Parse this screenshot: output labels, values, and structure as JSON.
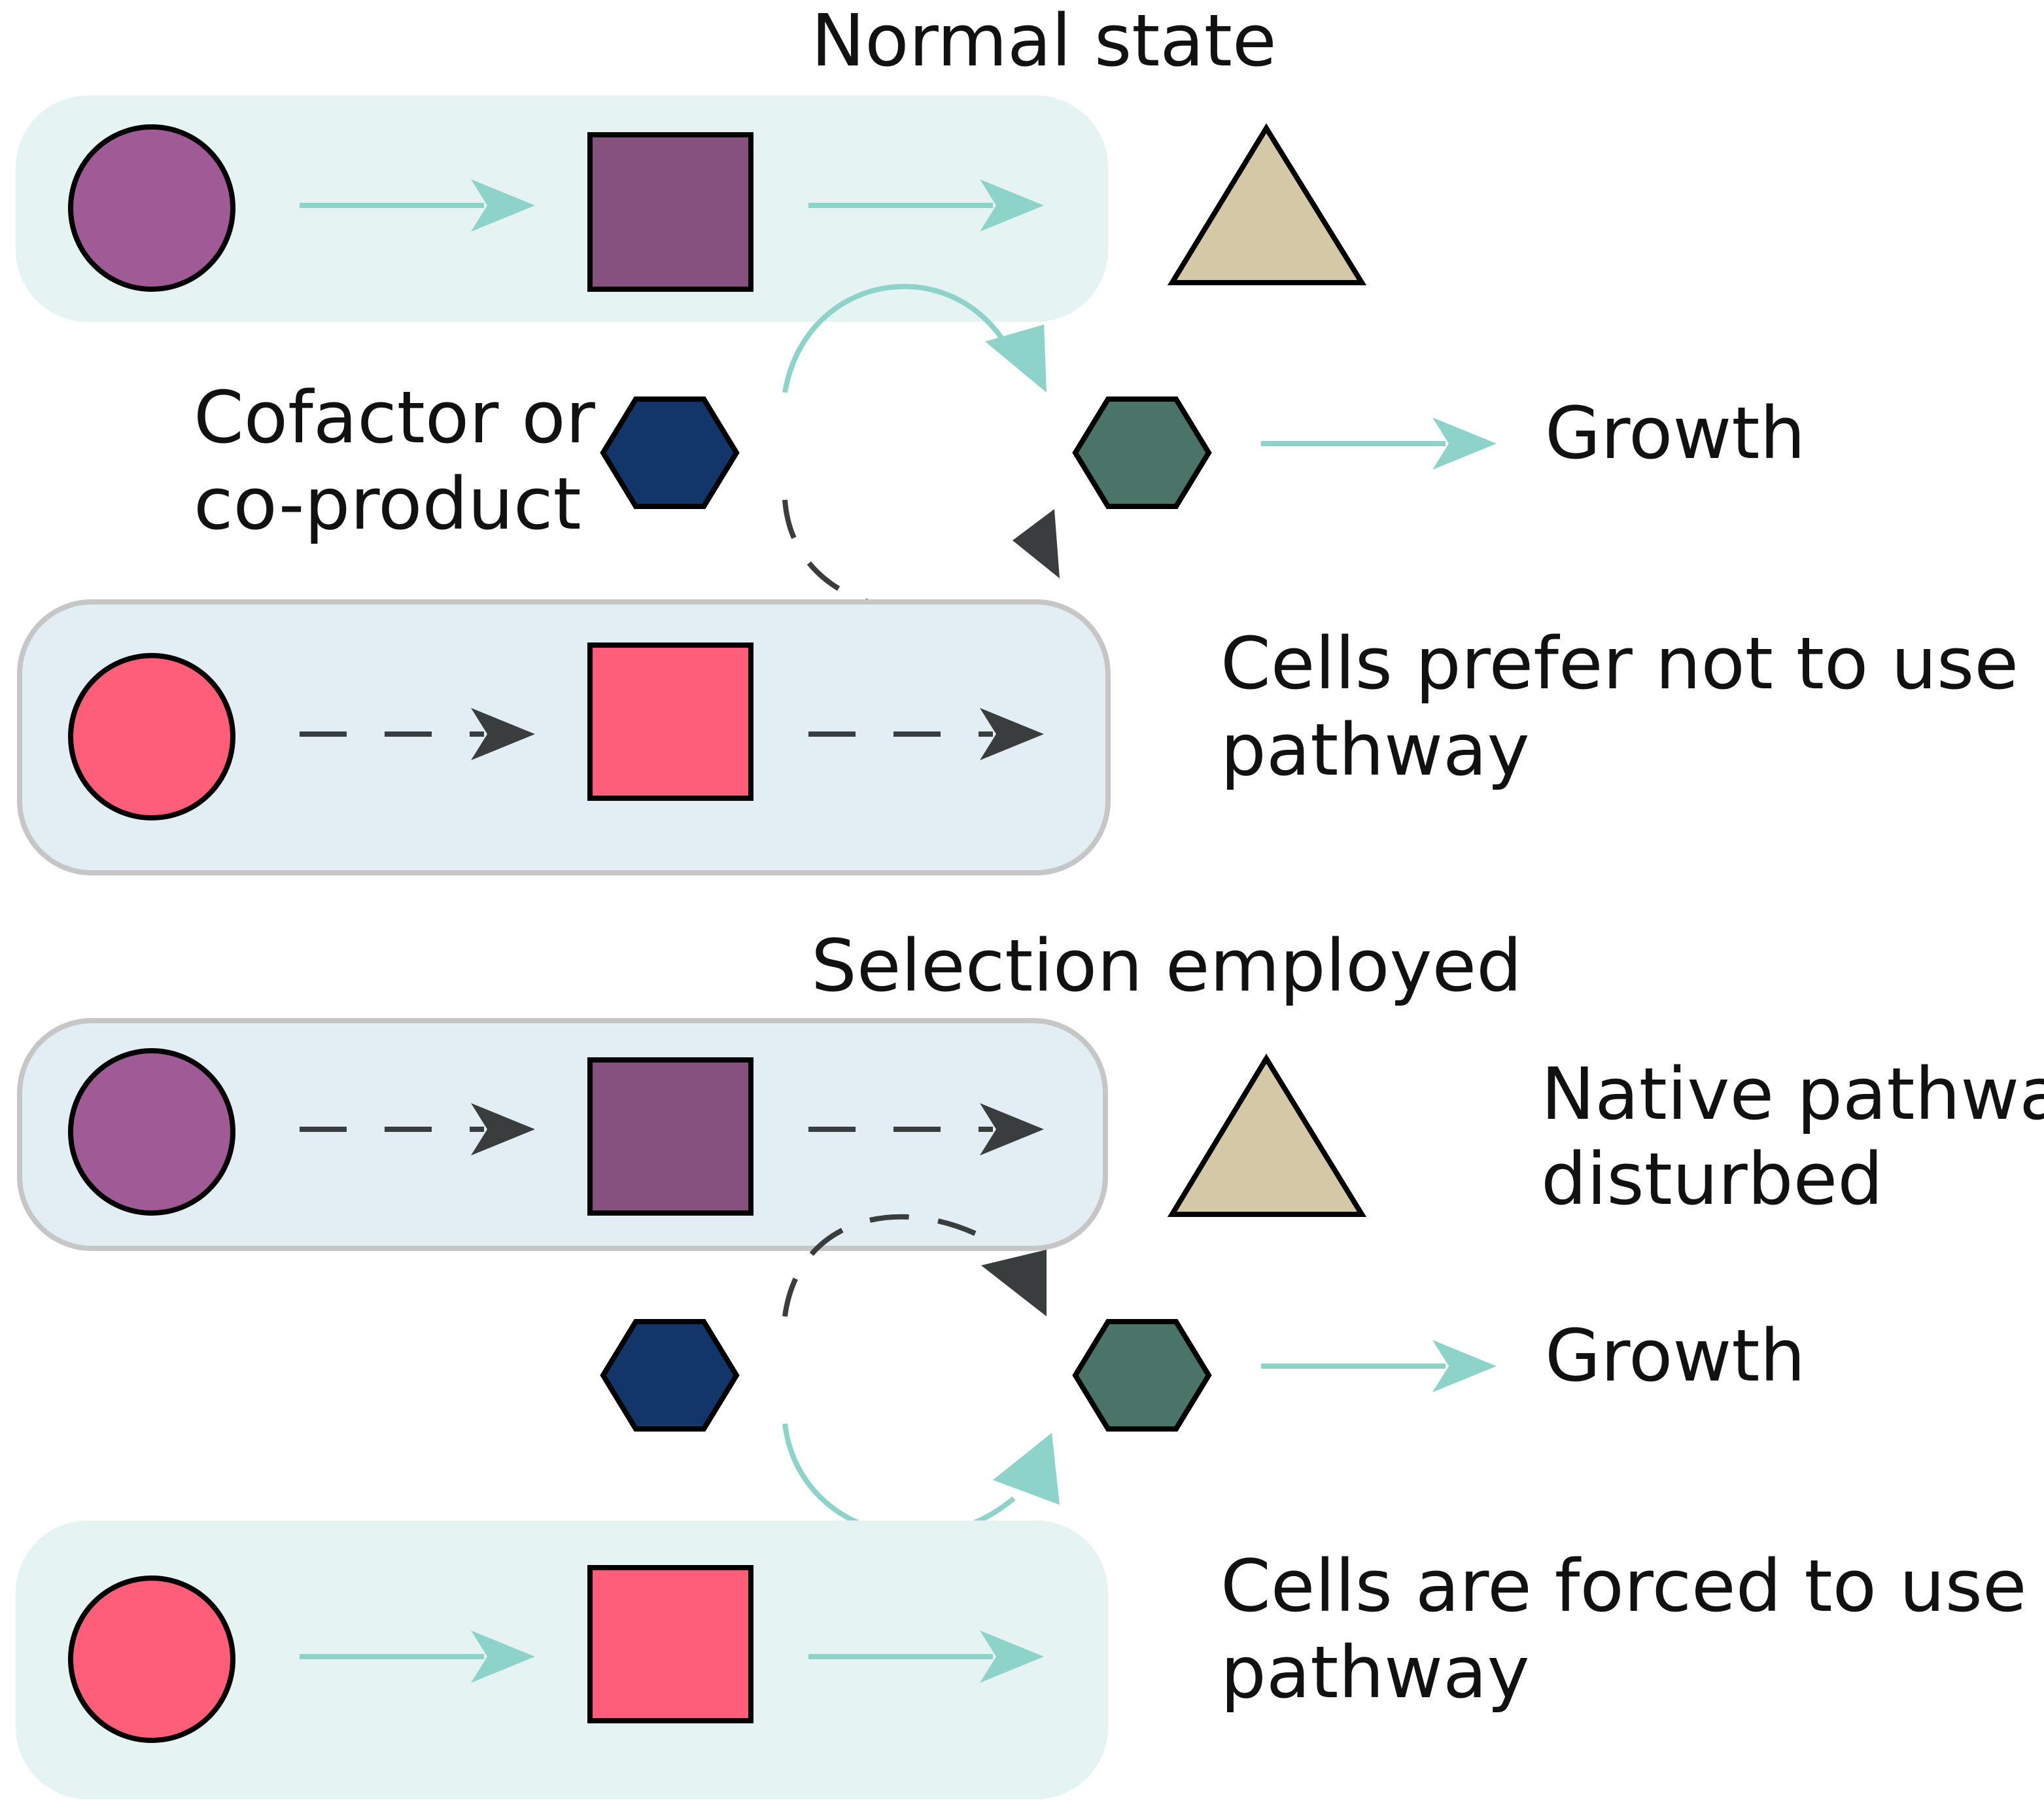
{
  "panels": {
    "normal": {
      "title": "Normal state",
      "cofactor_label": [
        "Cofactor or",
        "co-product"
      ],
      "growth_label": "Growth",
      "note": [
        "Cells prefer not to use",
        "pathway"
      ]
    },
    "selection": {
      "title": "Selection employed",
      "native_note": [
        "Native pathway",
        "disturbed"
      ],
      "growth_label": "Growth",
      "note": [
        "Cells are forced to use",
        "pathway"
      ]
    }
  },
  "colors": {
    "active_arrow": "#8ed3c9",
    "inactive_arrow": "#3a3d3d",
    "native_circle": "#a05a95",
    "native_square": "#87517e",
    "engineered": "#ff5e78",
    "product_triangle": "#d4c8a6",
    "cofactor_hexagon": "#13366a",
    "coproduct_hexagon": "#4a7468",
    "active_box": "#e5f3f3",
    "inactive_box": "#e3edf4",
    "inactive_box_border": "#c6c6c6"
  }
}
